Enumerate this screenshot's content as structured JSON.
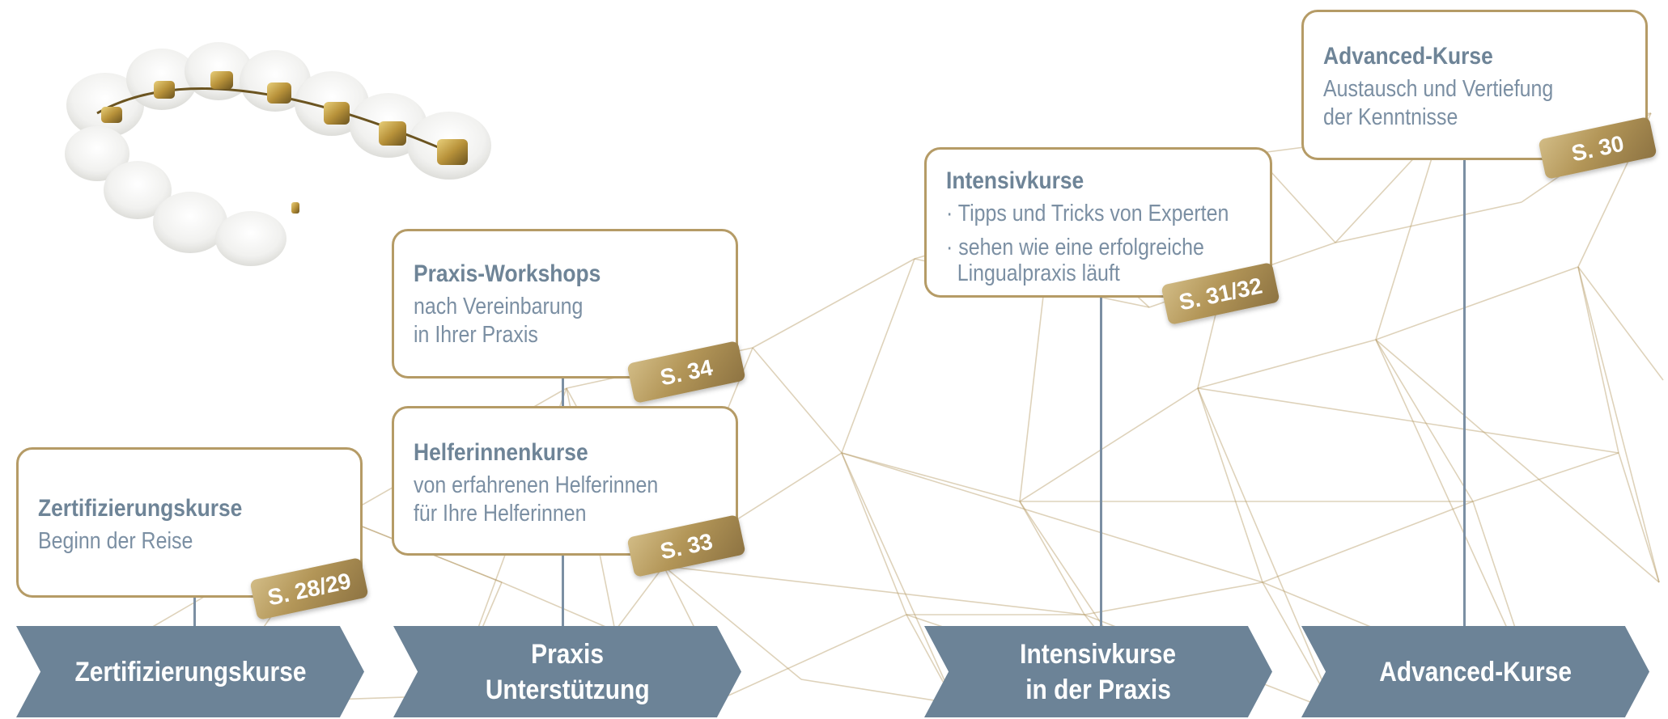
{
  "boxes": {
    "zertifizierung": {
      "title": "Zertifizierungskurse",
      "line1": "Beginn der Reise",
      "badge": "S. 28/29"
    },
    "workshops": {
      "title": "Praxis-Workshops",
      "line1": "nach Vereinbarung",
      "line2": "in Ihrer Praxis",
      "badge": "S. 34"
    },
    "helferinnen": {
      "title": "Helferinnenkurse",
      "line1": "von erfahrenen Helferinnen",
      "line2": "für Ihre Helferinnen",
      "badge": "S. 33"
    },
    "intensiv": {
      "title": "Intensivkurse",
      "bullet1": "· Tipps und Tricks von Experten",
      "bullet2": "· sehen wie eine erfolgreiche",
      "bullet2_cont": "Lingualpraxis läuft",
      "badge": "S. 31/32"
    },
    "advanced": {
      "title": "Advanced-Kurse",
      "line1": "Austausch und Vertiefung",
      "line2": "der Kenntnisse",
      "badge": "S. 30"
    }
  },
  "arrows": [
    {
      "line1": "Zertifizierungskurse",
      "line2": ""
    },
    {
      "line1": "Praxis",
      "line2": "Unterstützung"
    },
    {
      "line1": "Intensivkurse",
      "line2": "in der Praxis"
    },
    {
      "line1": "Advanced-Kurse",
      "line2": ""
    }
  ],
  "colors": {
    "gold": "#b59b66",
    "slate_blue": "#6c8397",
    "text_blue": "#7b8fa3"
  },
  "image": {
    "name": "lingual-braces-teeth-photo"
  }
}
